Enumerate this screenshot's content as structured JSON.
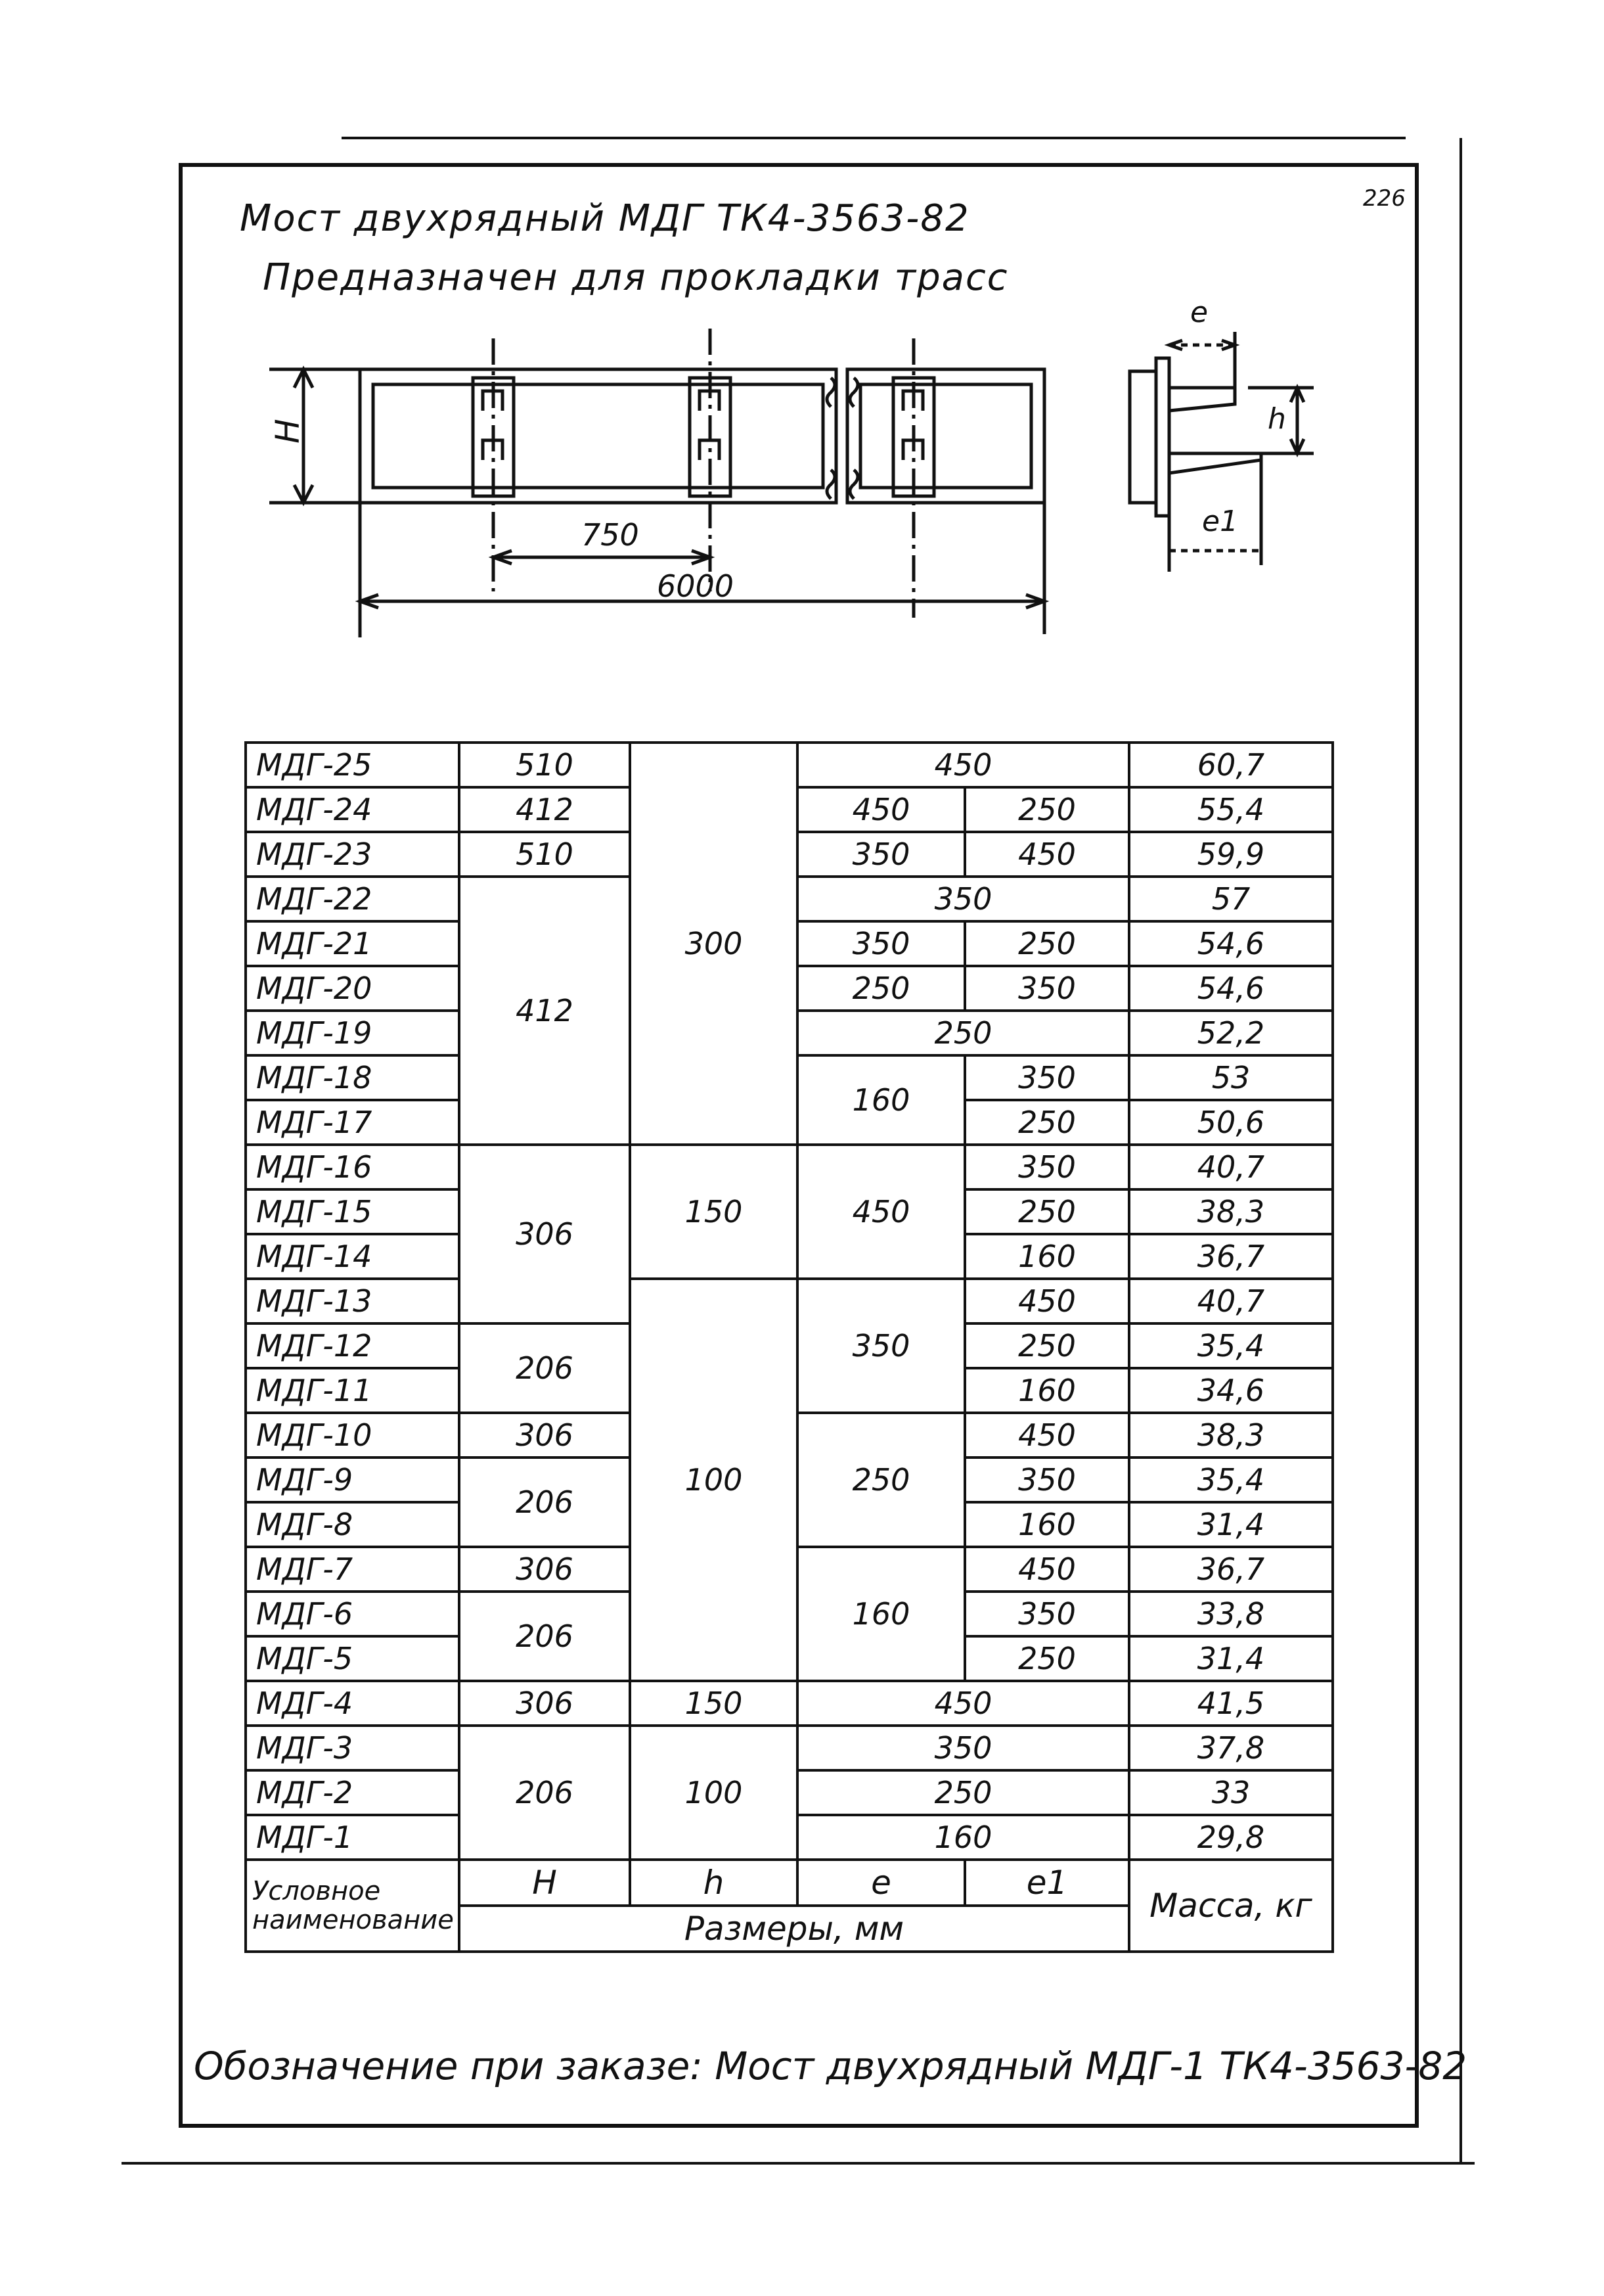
{
  "page": {
    "number": "226",
    "title_line1": "Мост двухрядный МДГ ТК4-3563-82",
    "title_line2": "Предназначен для прокладки трасс",
    "footer": "Обозначение при заказе: Мост двухрядный МДГ-1 ТК4-3563-82"
  },
  "drawing": {
    "label_H": "H",
    "dim_750": "750",
    "dim_6000": "6000",
    "label_e": "e",
    "label_e1": "e1",
    "label_h": "h"
  },
  "table": {
    "header": {
      "name": "Условное наименование",
      "H": "H",
      "h": "h",
      "e": "e",
      "e1": "e1",
      "mass": "Масса, кг",
      "sizes": "Размеры, мм"
    },
    "rows": [
      {
        "name": "МДГ-25",
        "H": "510",
        "h": "300",
        "e": "450",
        "e1": "",
        "mass": "60,7"
      },
      {
        "name": "МДГ-24",
        "H": "412",
        "h": "300",
        "e": "450",
        "e1": "250",
        "mass": "55,4"
      },
      {
        "name": "МДГ-23",
        "H": "510",
        "h": "300",
        "e": "350",
        "e1": "450",
        "mass": "59,9"
      },
      {
        "name": "МДГ-22",
        "H": "412",
        "h": "300",
        "e": "350",
        "e1": "",
        "mass": "57"
      },
      {
        "name": "МДГ-21",
        "H": "412",
        "h": "300",
        "e": "350",
        "e1": "250",
        "mass": "54,6"
      },
      {
        "name": "МДГ-20",
        "H": "412",
        "h": "300",
        "e": "250",
        "e1": "350",
        "mass": "54,6"
      },
      {
        "name": "МДГ-19",
        "H": "412",
        "h": "300",
        "e": "250",
        "e1": "",
        "mass": "52,2"
      },
      {
        "name": "МДГ-18",
        "H": "412",
        "h": "300",
        "e": "160",
        "e1": "350",
        "mass": "53"
      },
      {
        "name": "МДГ-17",
        "H": "412",
        "h": "300",
        "e": "160",
        "e1": "250",
        "mass": "50,6"
      },
      {
        "name": "МДГ-16",
        "H": "306",
        "h": "150",
        "e": "450",
        "e1": "350",
        "mass": "40,7"
      },
      {
        "name": "МДГ-15",
        "H": "306",
        "h": "150",
        "e": "450",
        "e1": "250",
        "mass": "38,3"
      },
      {
        "name": "МДГ-14",
        "H": "306",
        "h": "150",
        "e": "450",
        "e1": "160",
        "mass": "36,7"
      },
      {
        "name": "МДГ-13",
        "H": "306",
        "h": "100",
        "e": "350",
        "e1": "450",
        "mass": "40,7"
      },
      {
        "name": "МДГ-12",
        "H": "206",
        "h": "100",
        "e": "350",
        "e1": "250",
        "mass": "35,4"
      },
      {
        "name": "МДГ-11",
        "H": "206",
        "h": "100",
        "e": "350",
        "e1": "160",
        "mass": "34,6"
      },
      {
        "name": "МДГ-10",
        "H": "306",
        "h": "100",
        "e": "250",
        "e1": "450",
        "mass": "38,3"
      },
      {
        "name": "МДГ-9",
        "H": "206",
        "h": "100",
        "e": "250",
        "e1": "350",
        "mass": "35,4"
      },
      {
        "name": "МДГ-8",
        "H": "206",
        "h": "100",
        "e": "250",
        "e1": "160",
        "mass": "31,4"
      },
      {
        "name": "МДГ-7",
        "H": "306",
        "h": "100",
        "e": "160",
        "e1": "450",
        "mass": "36,7"
      },
      {
        "name": "МДГ-6",
        "H": "206",
        "h": "100",
        "e": "160",
        "e1": "350",
        "mass": "33,8"
      },
      {
        "name": "МДГ-5",
        "H": "206",
        "h": "100",
        "e": "160",
        "e1": "250",
        "mass": "31,4"
      },
      {
        "name": "МДГ-4",
        "H": "306",
        "h": "150",
        "e": "450",
        "e1": "",
        "mass": "41,5"
      },
      {
        "name": "МДГ-3",
        "H": "206",
        "h": "100",
        "e": "350",
        "e1": "",
        "mass": "37,8"
      },
      {
        "name": "МДГ-2",
        "H": "206",
        "h": "100",
        "e": "250",
        "e1": "",
        "mass": "33"
      },
      {
        "name": "МДГ-1",
        "H": "206",
        "h": "100",
        "e": "160",
        "e1": "",
        "mass": "29,8"
      }
    ]
  }
}
